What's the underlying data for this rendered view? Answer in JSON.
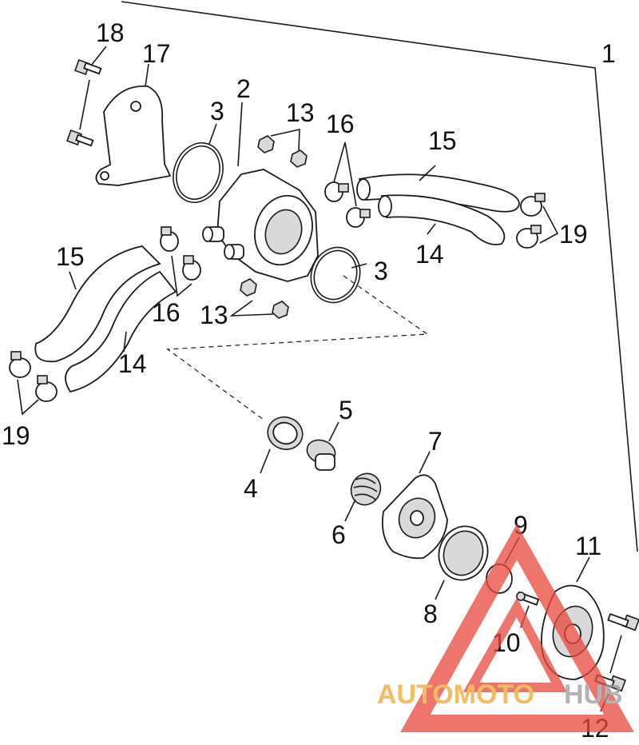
{
  "diagram": {
    "callouts": {
      "n1": "1",
      "n2": "2",
      "n3a": "3",
      "n3b": "3",
      "n4": "4",
      "n5": "5",
      "n6": "6",
      "n7": "7",
      "n8": "8",
      "n9": "9",
      "n10": "10",
      "n11": "11",
      "n12": "12",
      "n13a": "13",
      "n13b": "13",
      "n14a": "14",
      "n14b": "14",
      "n15a": "15",
      "n15b": "15",
      "n16a": "16",
      "n16b": "16",
      "n17": "17",
      "n18": "18",
      "n19a": "19",
      "n19b": "19"
    }
  },
  "watermark": {
    "part1": "AUTOMOTO",
    "part2": "HUB",
    "color_red": "#e8473a",
    "color_orange": "#f3a52b",
    "color_grey": "#9a9a9a"
  }
}
